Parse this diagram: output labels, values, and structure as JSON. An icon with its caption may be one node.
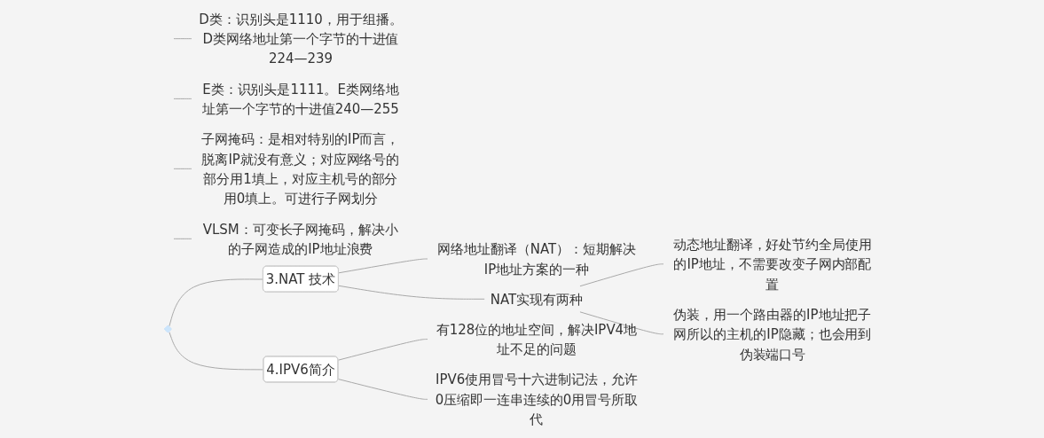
{
  "diagram": {
    "nodes": [
      {
        "text": [],
        "shape": "box"
      },
      {
        "text": [
          "D类：识别头是1110，用于组播。D类网络地址第一个字节的十进值224—239"
        ]
      },
      {
        "text": [
          "E类：识别头是1111。E类网络地址第一个字节的十进值240—255"
        ]
      },
      {
        "text": [
          "子网掩码：是相对特别的IP而言，脱离IP就没有意义；对应网络号的部分用1填上，对应主机号的部分用0填上。可进行子网划分"
        ]
      },
      {
        "text": [
          "VLSM：可变长子网掩码，解决小的子网造成的IP地址浪费"
        ]
      },
      {
        "text": [
          "3.NAT 技术"
        ]
      },
      {
        "text": [
          "网络地址翻译（NAT）：短期解决IP地址方案的一种"
        ]
      },
      {
        "text": [
          "NAT实现有两种"
        ]
      },
      {
        "text": [
          "动态地址翻译，好处节约全局使用的IP地址，不需要改变子网内部配置"
        ]
      },
      {
        "text": [
          "伪装，用一个路由器的IP地址把子网所以的主机的IP隐藏；也会用到伪装端口号"
        ]
      },
      {
        "text": [
          "4.IPV6简介"
        ]
      },
      {
        "text": [
          "有128位的地址空间，解决IPV4地址不足的问题"
        ]
      },
      {
        "text": [
          "IPV6使用冒号十六进制记法，允许0压缩即一连串连续的0用冒号所取代"
        ]
      }
    ],
    "edges": [
      {
        "from": null,
        "to": 1,
        "arrow": "none"
      },
      {
        "from": null,
        "to": 2,
        "arrow": "none"
      },
      {
        "from": null,
        "to": 3,
        "arrow": "none"
      },
      {
        "from": null,
        "to": 4,
        "arrow": "none"
      },
      {
        "from": 0,
        "to": 5,
        "arrow": "none"
      },
      {
        "from": 5,
        "to": 6,
        "arrow": "none"
      },
      {
        "from": 5,
        "to": 7,
        "arrow": "none"
      },
      {
        "from": 7,
        "to": 8,
        "arrow": "none"
      },
      {
        "from": 7,
        "to": 9,
        "arrow": "none"
      },
      {
        "from": 0,
        "to": 10,
        "arrow": "none"
      },
      {
        "from": 10,
        "to": 11,
        "arrow": "none"
      },
      {
        "from": 10,
        "to": 12,
        "arrow": "none"
      }
    ]
  }
}
